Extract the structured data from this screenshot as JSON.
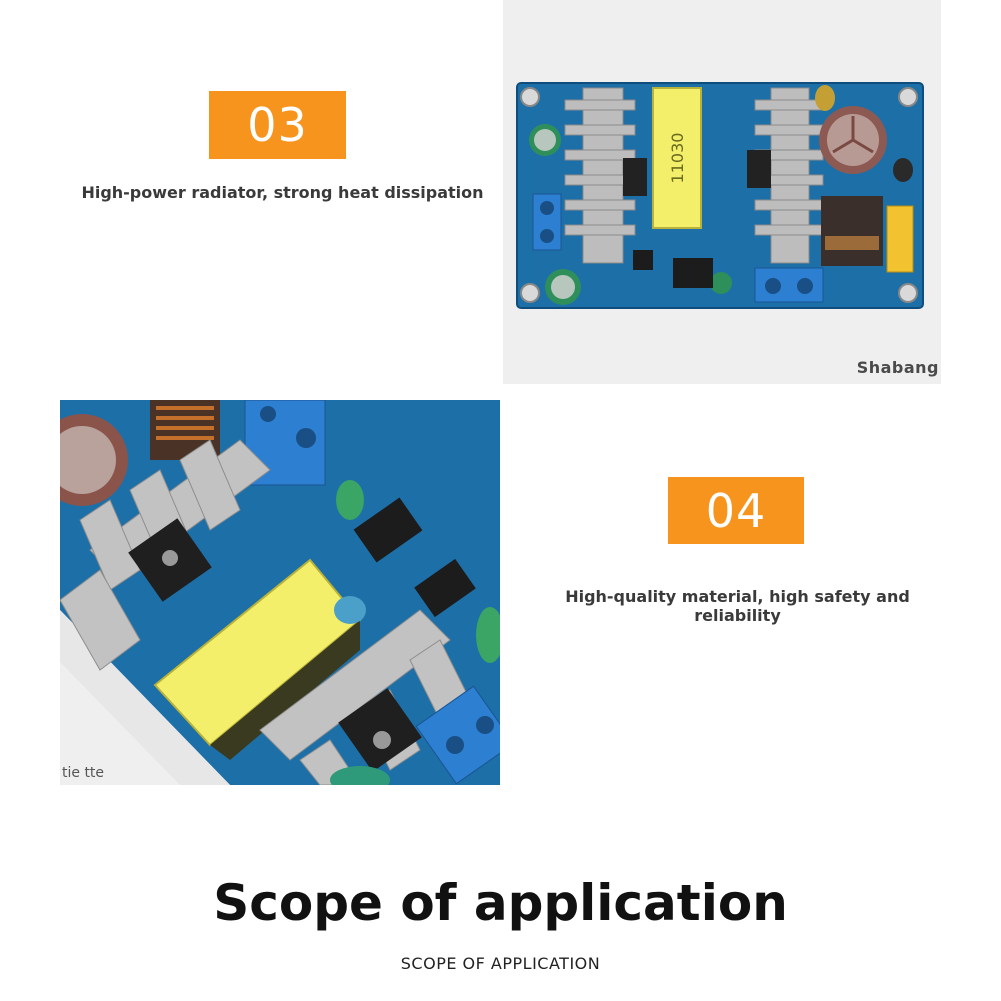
{
  "feature_03": {
    "number": "03",
    "caption": "High-power radiator, strong heat dissipation"
  },
  "feature_04": {
    "number": "04",
    "caption": "High-quality material, high safety and reliability"
  },
  "photo_top": {
    "brand_watermark": "Shabang",
    "transformer_label": "11030"
  },
  "photo_bottom": {
    "corner_mark": "tie tte"
  },
  "section": {
    "title": "Scope of application",
    "subtitle": "SCOPE OF APPLICATION"
  },
  "colors": {
    "badge": "#f7941d",
    "pcb": "#1d6fa8",
    "transformer": "#f4ef6a",
    "heatsink": "#b9b9b9"
  }
}
